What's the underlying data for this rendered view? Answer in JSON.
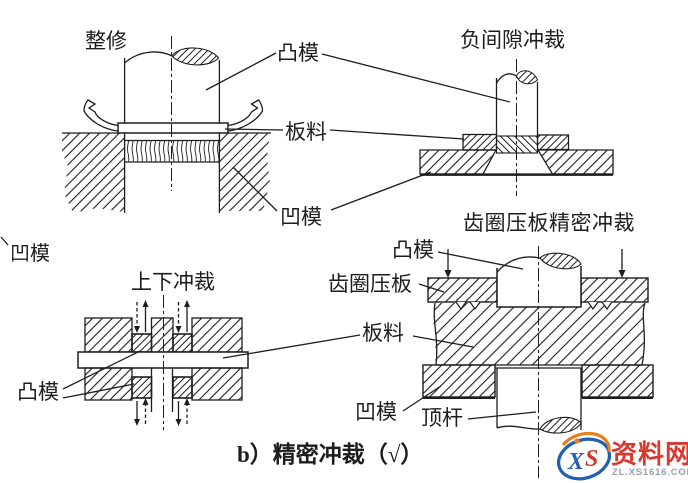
{
  "figure": {
    "caption": "b）精密冲裁（√）",
    "diagrams": {
      "trim": {
        "title": "整修"
      },
      "negative_clearance": {
        "title": "负间隙冲裁"
      },
      "updown": {
        "title": "上下冲裁"
      },
      "fine_blanking": {
        "title": "齿圈压板精密冲裁"
      }
    },
    "labels": {
      "punch_shared": "凸模",
      "sheet_shared": "板料",
      "die_shared": "凹模",
      "die_left_margin": "凹模",
      "punch_updown": "凸模",
      "punch_fine": "凸模",
      "gear_plate": "齿圈压板",
      "sheet_fine": "板料",
      "die_fine": "凹模",
      "ejector": "顶杆"
    }
  },
  "watermark": {
    "logo_x": "X",
    "logo_s": "S",
    "brand": "资料网",
    "domain": "ZL.XS1616.COM"
  },
  "colors": {
    "ink": "#1d1d1b",
    "background": "#ffffff",
    "brand_red": "#d8382e",
    "logo_blue": "#1f5fae",
    "logo_orange": "#e97f1c",
    "domain_gray": "#97a1ab"
  }
}
